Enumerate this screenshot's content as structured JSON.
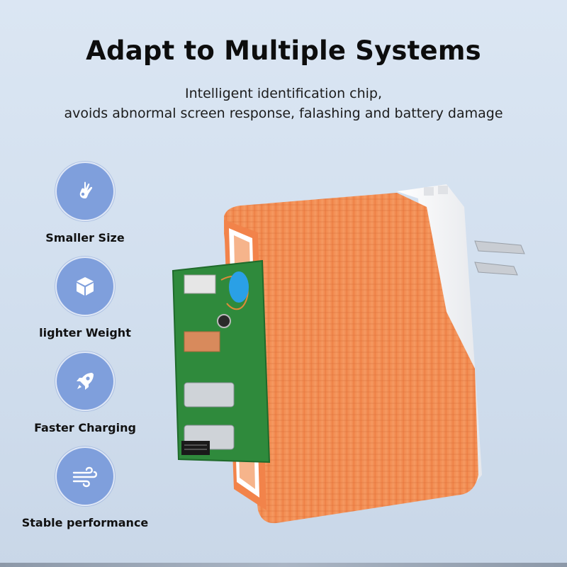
{
  "header": {
    "title": "Adapt to Multiple Systems",
    "subtitle_line1": "Intelligent identification chip,",
    "subtitle_line2": "avoids abnormal screen response, falashing and battery damage"
  },
  "features": [
    {
      "label": "Smaller Size",
      "icon": "hand-gesture-icon"
    },
    {
      "label": "lighter Weight",
      "icon": "cube-icon"
    },
    {
      "label": "Faster Charging",
      "icon": "rocket-icon"
    },
    {
      "label": "Stable performance",
      "icon": "wind-icon"
    }
  ],
  "colors": {
    "background": "#d7e3f1",
    "icon_circle": "#7f9fdc",
    "charger_body": "#f0884f",
    "charger_cap": "#f4f4f4",
    "pcb": "#2f8a3c"
  }
}
